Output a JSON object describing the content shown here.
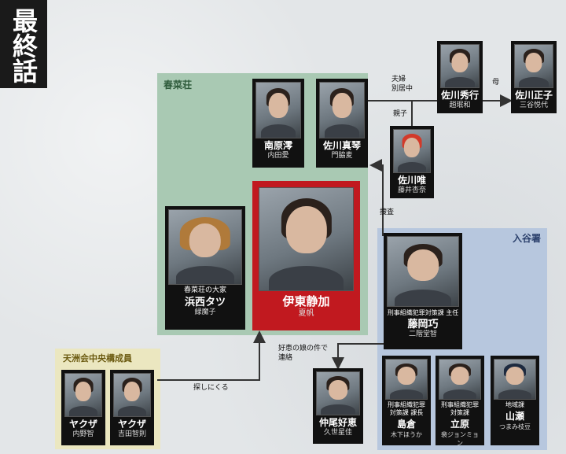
{
  "title": "最終話",
  "groups": {
    "haruna": "春菜荘",
    "iriya": "入谷署",
    "tenshu": "天洲会中央構成員"
  },
  "characters": {
    "minamihara": {
      "name": "南原澪",
      "actor": "内田愛"
    },
    "makoto": {
      "name": "佐川真琴",
      "actor": "門脇麦"
    },
    "hideyuki": {
      "name": "佐川秀行",
      "actor": "趙珉和"
    },
    "masako": {
      "name": "佐川正子",
      "actor": "三谷悦代"
    },
    "yui": {
      "name": "佐川唯",
      "actor": "藤井杏奈"
    },
    "tatsu": {
      "role": "春菜荘の大家",
      "name": "浜西タツ",
      "actor": "緑魔子"
    },
    "shizuka": {
      "name": "伊東静加",
      "actor": "夏帆"
    },
    "fujioka": {
      "role": "刑事組織犯罪対策課 主任",
      "name": "藤岡巧",
      "actor": "二階堂智"
    },
    "shimakura": {
      "role": "刑事組織犯罪対策課 課長",
      "name": "島倉",
      "actor": "木下ほうか"
    },
    "tachihara": {
      "role": "刑事組織犯罪対策課",
      "name": "立原",
      "actor": "裴ジョンミョン"
    },
    "yamase": {
      "role": "地域課",
      "name": "山瀬",
      "actor": "つまみ枝豆"
    },
    "nakao": {
      "name": "仲尾好恵",
      "actor": "久世星佳"
    },
    "yakuza1": {
      "name": "ヤクザ",
      "actor": "内野智"
    },
    "yakuza2": {
      "name": "ヤクザ",
      "actor": "吉田智則"
    }
  },
  "relations": {
    "fuufu": "夫婦",
    "bekkyo": "別居中",
    "haha": "母",
    "oyako": "親子",
    "sousa": "捜査",
    "yoshie_line1": "好恵の娘の件で",
    "yoshie_line2": "連絡",
    "sagashi": "探しにくる"
  },
  "colors": {
    "haruna_bg": "#a9c9b3",
    "iriya_bg": "#b7c7de",
    "tenshu_bg": "#ebe7c0",
    "main_card": "#c1191f",
    "card": "#111111"
  }
}
